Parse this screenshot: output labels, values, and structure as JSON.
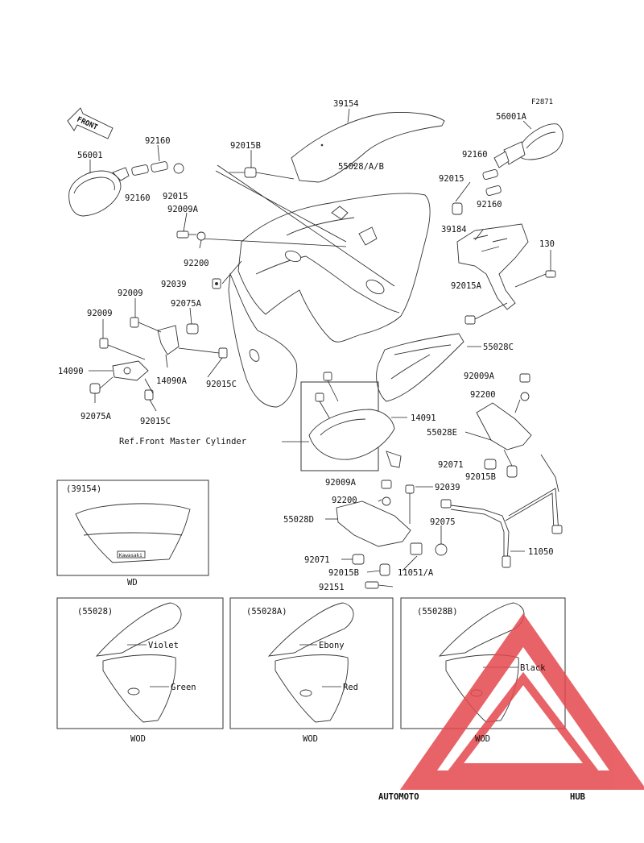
{
  "figure_code": "F2871",
  "front_label": "FRONT",
  "labels": {
    "p39154": "39154",
    "p56001a": "56001A",
    "p92160_tr": "92160",
    "p92015_r": "92015",
    "p92160_r2": "92160",
    "p55028ab": "55028/A/B",
    "p92015b_top": "92015B",
    "p92160_tl": "92160",
    "p56001": "56001",
    "p92160_l2": "92160",
    "p92015_l": "92015",
    "p92009a_l": "92009A",
    "p92200_l": "92200",
    "p92039_l": "92039",
    "p39184": "39184",
    "p130": "130",
    "p92015a": "92015A",
    "p55028c": "55028C",
    "p92009_1": "92009",
    "p92075a_1": "92075A",
    "p92009_2": "92009",
    "p14090": "14090",
    "p14090a": "14090A",
    "p92015c_1": "92015C",
    "p92075a_2": "92075A",
    "p92015c_2": "92015C",
    "p92009a_r": "92009A",
    "p92200_r": "92200",
    "p14091": "14091",
    "p55028e": "55028E",
    "ref_master": "Ref.Front Master Cylinder",
    "p92071_r": "92071",
    "p92015b_r": "92015B",
    "p92009a_m": "92009A",
    "p92039_m": "92039",
    "p92200_m": "92200",
    "p55028d": "55028D",
    "p92075": "92075",
    "p11050": "11050",
    "p92071_m": "92071",
    "p92015b_m": "92015B",
    "p11051a": "11051/A",
    "p92151": "92151"
  },
  "windshield_box": {
    "code": "(39154)",
    "model": "WD",
    "brand": "Kawasaki"
  },
  "panels": [
    {
      "code": "(55028)",
      "upper": "Violet",
      "lower": "Green",
      "model": "WOD"
    },
    {
      "code": "(55028A)",
      "upper": "Ebony",
      "lower": "Red",
      "model": "WOD"
    },
    {
      "code": "(55028B)",
      "upper": "Black",
      "lower": "",
      "model": "WOD"
    }
  ],
  "watermark": {
    "part1": "AUTOMOTO",
    "part2": "HUB",
    "color1": "#f4a56a",
    "color2": "#8a8a8a",
    "triangle_color": "#e5484d"
  }
}
